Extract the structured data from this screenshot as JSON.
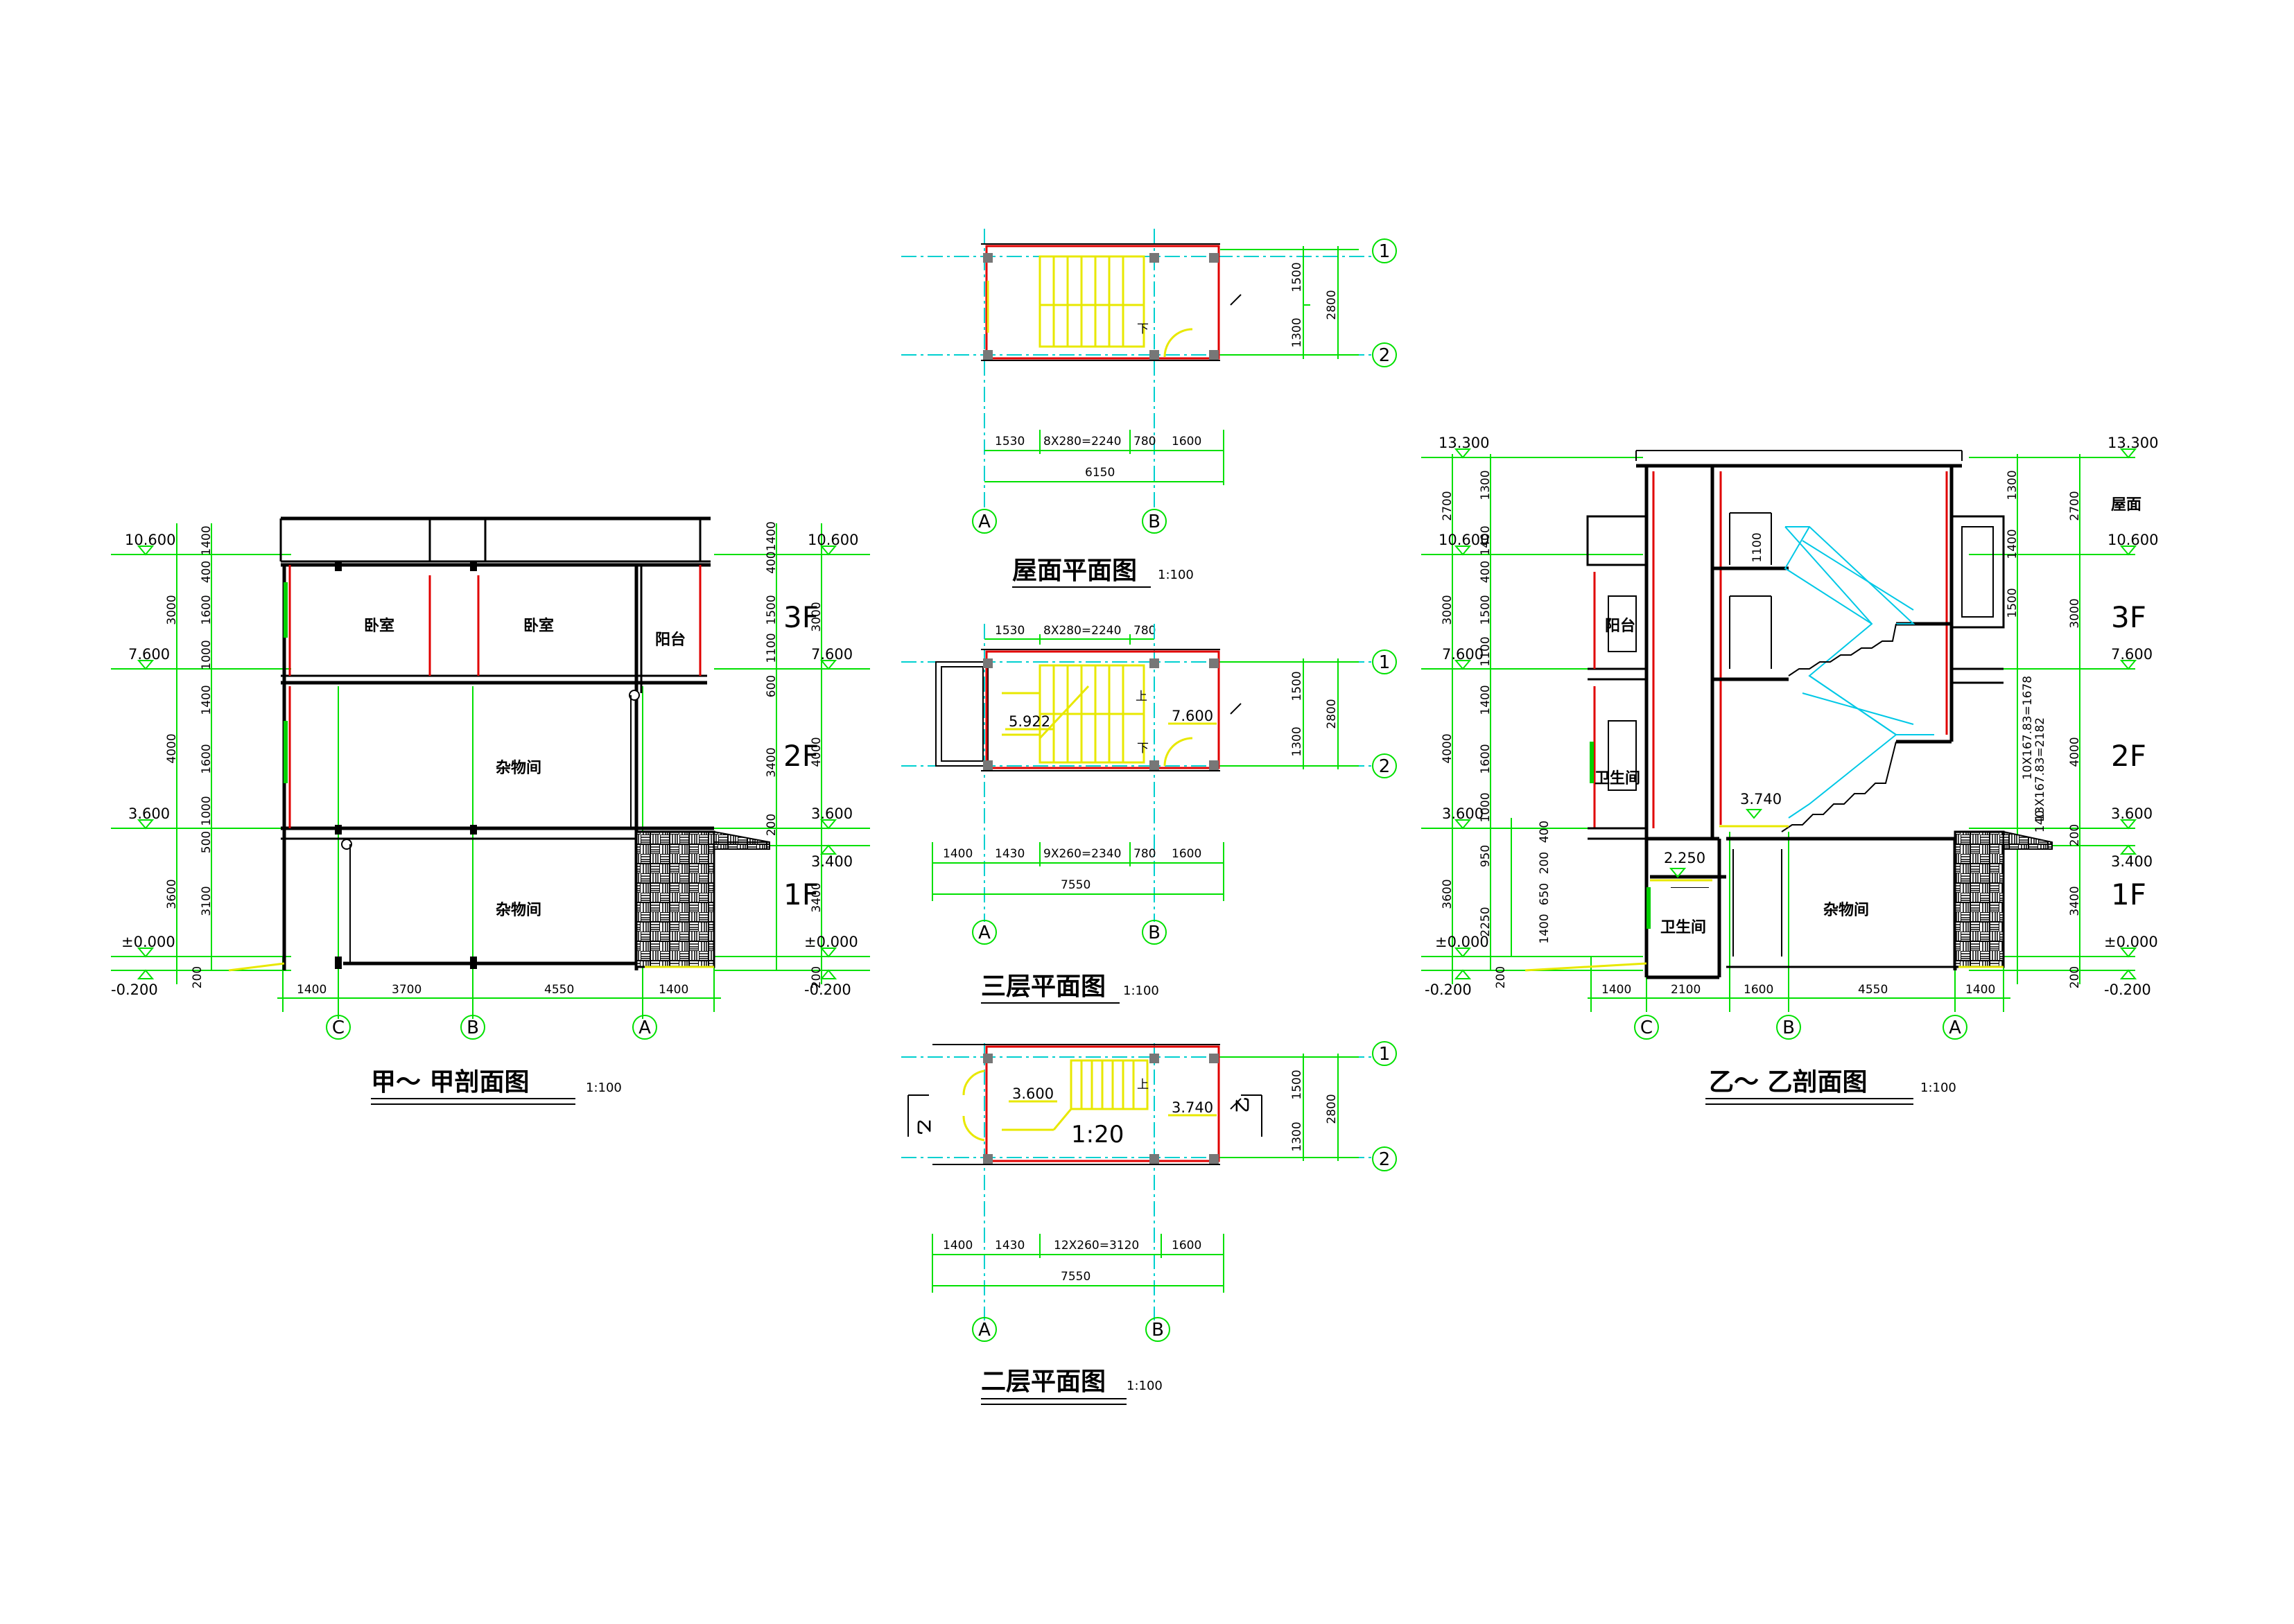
{
  "drawings": {
    "section_a": {
      "title": "甲～ 甲剖面图",
      "scale": "1:100",
      "rooms": [
        "卧室",
        "卧室",
        "阳台",
        "杂物间",
        "杂物间"
      ],
      "floors": [
        "3F",
        "2F",
        "1F"
      ],
      "elev_left": [
        "10.600",
        "7.600",
        "3.600",
        "±0.000",
        "-0.200"
      ],
      "elev_right": [
        "10.600",
        "7.600",
        "3.600",
        "3.400",
        "±0.000",
        "-0.200"
      ],
      "dims_left_outer": [
        "3000",
        "4000",
        "3600",
        "200"
      ],
      "dims_left_inner": [
        "1400",
        "400",
        "1600",
        "1000",
        "1400",
        "1600",
        "1000",
        "500",
        "3100"
      ],
      "dims_right_inner": [
        "4001400",
        "1500",
        "600",
        "1100",
        "3400",
        "200"
      ],
      "dims_right_outer": [
        "3000",
        "4000",
        "3400",
        "200"
      ],
      "dims_bottom": [
        "1400",
        "3700",
        "4550",
        "1400"
      ],
      "axes": [
        "C",
        "B",
        "A"
      ]
    },
    "roof_plan": {
      "title": "屋面平面图",
      "scale": "1:100",
      "dims_top": [
        "1530",
        "8X280=2240",
        "780",
        "1600"
      ],
      "total": "6150",
      "dims_right": [
        "1500",
        "1300"
      ],
      "total_right": "2800",
      "axes_h": [
        "A",
        "B"
      ],
      "axes_v": [
        "1",
        "2"
      ],
      "mark": "下"
    },
    "third_plan": {
      "title": "三层平面图",
      "scale": "1:100",
      "dims_above": [
        "1530",
        "8X280=2240",
        "780"
      ],
      "dims_top": [
        "1400",
        "1430",
        "9X260=2340",
        "780",
        "1600"
      ],
      "total": "7550",
      "dims_right": [
        "1500",
        "1300"
      ],
      "total_right": "2800",
      "elevs": [
        "5.922",
        "7.600"
      ],
      "marks": [
        "上",
        "下"
      ],
      "axes_h": [
        "A",
        "B"
      ],
      "axes_v": [
        "1",
        "2"
      ]
    },
    "second_plan": {
      "title": "二层平面图",
      "scale": "1:100",
      "dims_top": [
        "1400",
        "1430",
        "12X260=3120",
        "1600"
      ],
      "total": "7550",
      "dims_right": [
        "1500",
        "1300"
      ],
      "total_right": "2800",
      "elevs": [
        "3.600",
        "3.740"
      ],
      "marks": [
        "上",
        "乙",
        "乙"
      ],
      "scale_note": "1:20",
      "axes_h": [
        "A",
        "B"
      ],
      "axes_v": [
        "1",
        "2"
      ]
    },
    "section_b": {
      "title": "乙～ 乙剖面图",
      "scale": "1:100",
      "rooms": [
        "阳台",
        "卫生间",
        "卫生间",
        "杂物间"
      ],
      "floors": [
        "3F",
        "2F",
        "1F"
      ],
      "roof_label": "屋面",
      "elev_left": [
        "13.300",
        "10.600",
        "7.600",
        "3.600",
        "±0.000",
        "-0.200"
      ],
      "elev_right": [
        "13.300",
        "10.600",
        "7.600",
        "3.600",
        "3.400",
        "±0.000",
        "-0.200"
      ],
      "elev_inner": [
        "3.740",
        "2.250"
      ],
      "dims_left_outer": [
        "2700",
        "3000",
        "4000",
        "3600",
        "200"
      ],
      "dims_left_inner": [
        "1300",
        "1400",
        "400",
        "1500",
        "1100",
        "1400",
        "1600",
        "1000",
        "950",
        "2250",
        "1400"
      ],
      "dims_left_extra": [
        "400",
        "200",
        "650"
      ],
      "dims_right_inner": [
        "1300",
        "1400",
        "1500",
        "3400",
        "140"
      ],
      "dims_right_outer": [
        "2700",
        "3000",
        "4000",
        "200",
        "200"
      ],
      "stair_dims": [
        "10X167.83=1678",
        "13X167.83=2182"
      ],
      "inner_dim": "1100",
      "dims_bottom": [
        "1400",
        "2100",
        "1600",
        "4550",
        "1400"
      ],
      "axes": [
        "C",
        "B",
        "A"
      ]
    }
  }
}
